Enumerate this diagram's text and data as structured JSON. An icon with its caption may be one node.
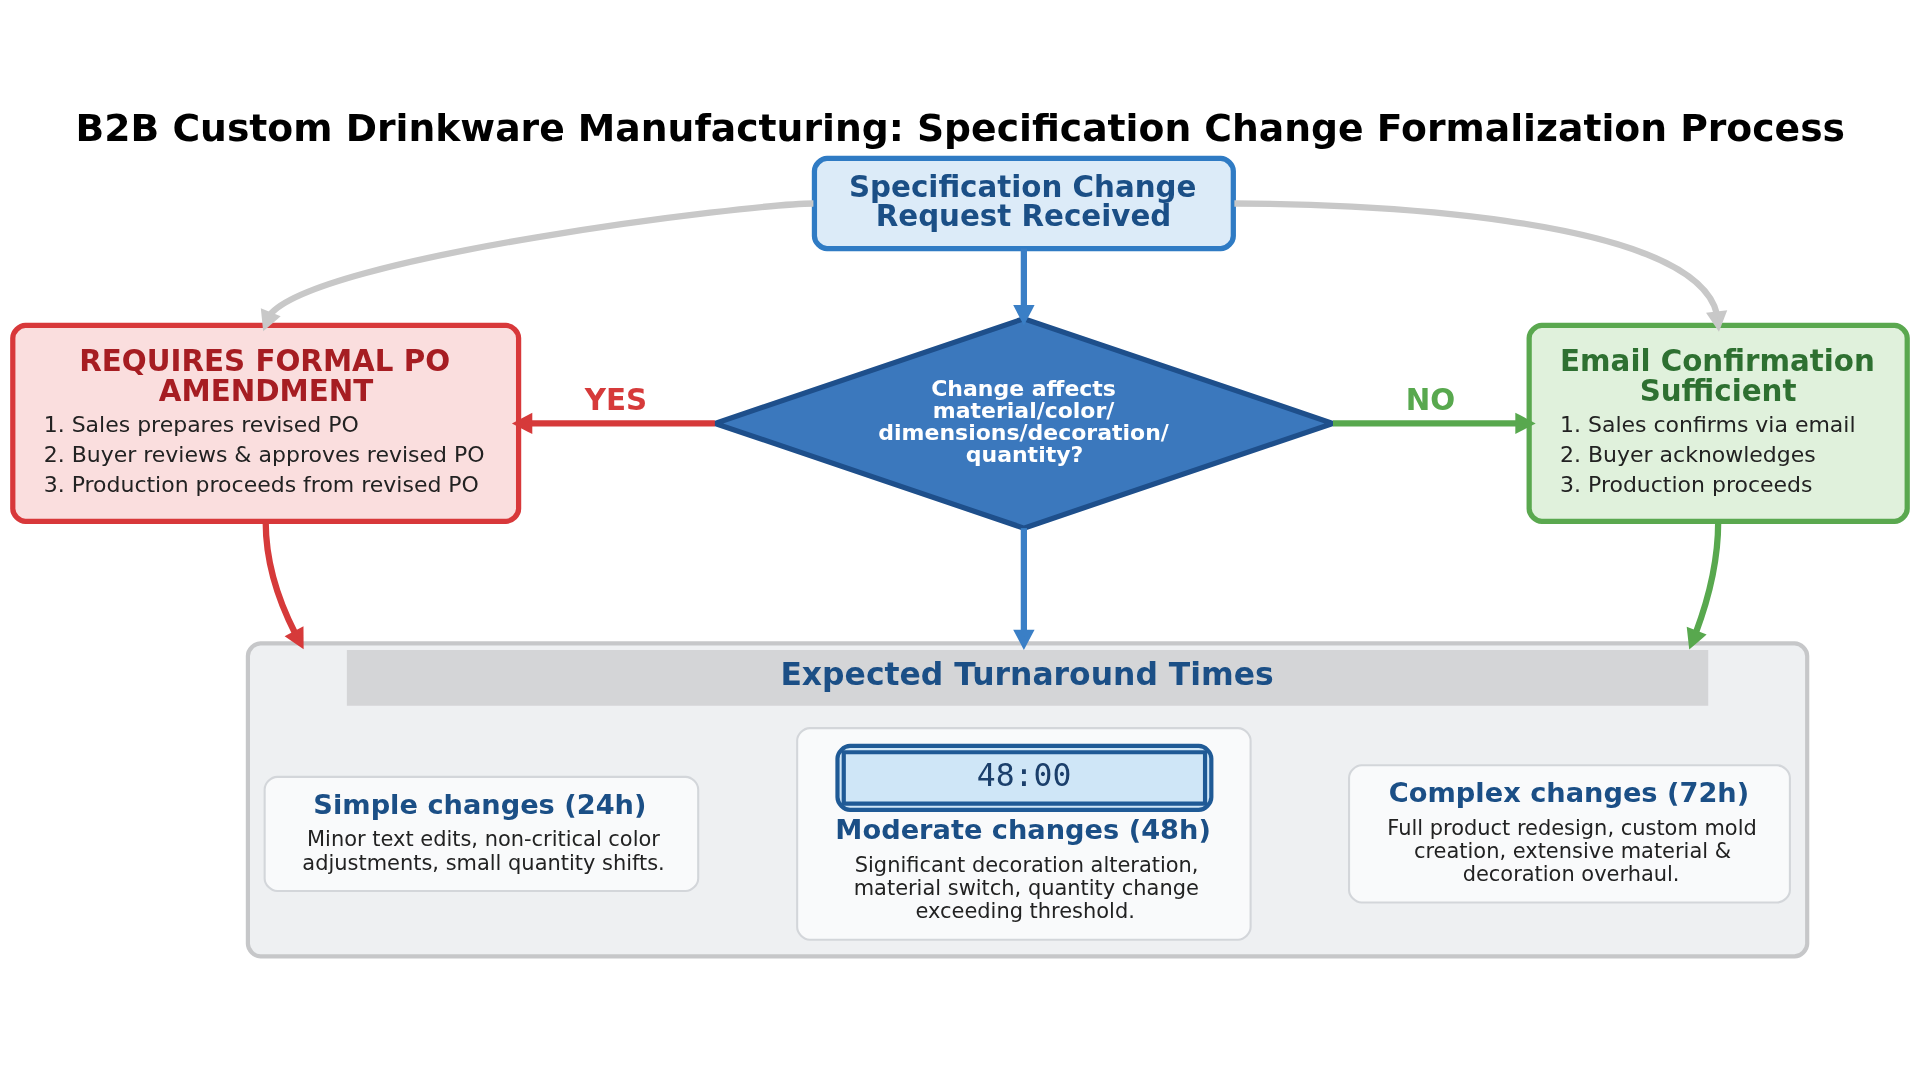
{
  "diagram": {
    "title": "B2B Custom Drinkware Manufacturing: Specification Change Formalization Process",
    "nodes": [
      {
        "text": [
          "Specification Change Request Received"
        ]
      },
      {
        "text": [
          "Change affects material/color/dimensions/decoration/quantity?"
        ]
      },
      {
        "text": [
          "REQUIRES FORMAL PO AMENDMENT",
          "1. Sales prepares revised PO",
          "2. Buyer reviews & approves revised PO",
          "3. Production proceeds from revised PO"
        ]
      },
      {
        "text": [
          "Email Confirmation Sufficient",
          "1. Sales confirms via email",
          "2. Buyer acknowledges",
          "3. Production proceeds"
        ]
      },
      {
        "text": [
          "Expected Turnaround Times"
        ]
      },
      {
        "text": [
          "Simple changes (24h)",
          "Minor text edits, non-critical color adjustments, small quantity shifts."
        ],
        "in": 4
      },
      {
        "text": [
          "48:00",
          "Moderate changes (48h)",
          "Significant decoration alteration, material switch, quantity change exceeding threshold."
        ],
        "in": 4
      },
      {
        "text": [
          "Complex changes (72h)",
          "Full product redesign, custom mold creation, extensive material & decoration overhaul."
        ],
        "in": 4
      }
    ],
    "edges": [
      {
        "from": 0,
        "to": 2,
        "arrow": "to",
        "color": "#c8c8c8"
      },
      {
        "from": 0,
        "to": 1,
        "arrow": "to",
        "color": "#3a7fc6"
      },
      {
        "from": 0,
        "to": 3,
        "arrow": "to",
        "color": "#c8c8c8"
      },
      {
        "from": 1,
        "to": 2,
        "arrow": "to",
        "label": "YES",
        "color": "#d63a3a"
      },
      {
        "from": 1,
        "to": 3,
        "arrow": "to",
        "label": "NO",
        "color": "#58a84e"
      },
      {
        "from": 2,
        "to": 4,
        "arrow": "to",
        "color": "#d63a3a"
      },
      {
        "from": 3,
        "to": 4,
        "arrow": "to",
        "color": "#58a84e"
      },
      {
        "from": 1,
        "to": 4,
        "arrow": "to",
        "color": "#3a7fc6"
      }
    ]
  }
}
